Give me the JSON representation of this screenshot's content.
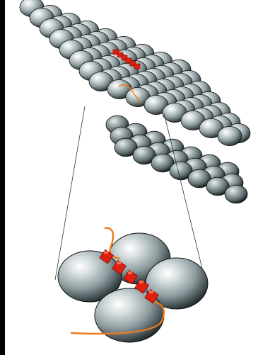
{
  "figure": {
    "background": "#ffffff",
    "frame_color": "#000000",
    "sphere_color": "#9aa7aa",
    "sphere_highlight": "#ffffff",
    "sphere_shadow": "#1f2a2c",
    "helix_color": "#e0200f",
    "strand_color": "#f07a1a",
    "line_color": "#333333"
  },
  "elements": {
    "lattice": "sphere-lattice",
    "magnified_cluster": "four-sphere-cluster",
    "helix": "peptide-helix",
    "strand": "peptide-strand"
  }
}
